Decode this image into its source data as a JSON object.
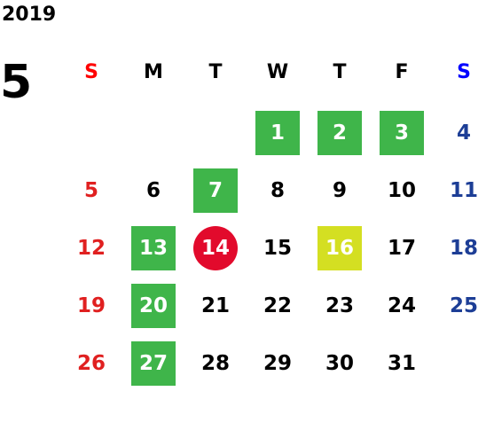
{
  "calendar": {
    "year": "2019",
    "month": "5",
    "weekdays": [
      {
        "label": "S",
        "color": "#ff0000"
      },
      {
        "label": "M",
        "color": "#000000"
      },
      {
        "label": "T",
        "color": "#000000"
      },
      {
        "label": "W",
        "color": "#000000"
      },
      {
        "label": "T",
        "color": "#000000"
      },
      {
        "label": "F",
        "color": "#000000"
      },
      {
        "label": "S",
        "color": "#0000ff"
      }
    ],
    "first_weekday_index": 3,
    "days": [
      {
        "day": "1",
        "highlight": "green"
      },
      {
        "day": "2",
        "highlight": "green"
      },
      {
        "day": "3",
        "highlight": "green"
      },
      {
        "day": "4",
        "highlight": "none"
      },
      {
        "day": "5",
        "highlight": "none"
      },
      {
        "day": "6",
        "highlight": "none"
      },
      {
        "day": "7",
        "highlight": "green"
      },
      {
        "day": "8",
        "highlight": "none"
      },
      {
        "day": "9",
        "highlight": "none"
      },
      {
        "day": "10",
        "highlight": "none"
      },
      {
        "day": "11",
        "highlight": "none"
      },
      {
        "day": "12",
        "highlight": "none"
      },
      {
        "day": "13",
        "highlight": "green"
      },
      {
        "day": "14",
        "highlight": "today"
      },
      {
        "day": "15",
        "highlight": "none"
      },
      {
        "day": "16",
        "highlight": "yellow"
      },
      {
        "day": "17",
        "highlight": "none"
      },
      {
        "day": "18",
        "highlight": "none"
      },
      {
        "day": "19",
        "highlight": "none"
      },
      {
        "day": "20",
        "highlight": "green"
      },
      {
        "day": "21",
        "highlight": "none"
      },
      {
        "day": "22",
        "highlight": "none"
      },
      {
        "day": "23",
        "highlight": "none"
      },
      {
        "day": "24",
        "highlight": "none"
      },
      {
        "day": "25",
        "highlight": "none"
      },
      {
        "day": "26",
        "highlight": "none"
      },
      {
        "day": "27",
        "highlight": "green"
      },
      {
        "day": "28",
        "highlight": "none"
      },
      {
        "day": "29",
        "highlight": "none"
      },
      {
        "day": "30",
        "highlight": "none"
      },
      {
        "day": "31",
        "highlight": "none"
      }
    ]
  },
  "colors": {
    "highlight_green": "#3fb54a",
    "highlight_yellow": "#d4df22",
    "today_red": "#e20a2c",
    "sunday_text": "#e02020",
    "saturday_text": "#1d3e96"
  }
}
